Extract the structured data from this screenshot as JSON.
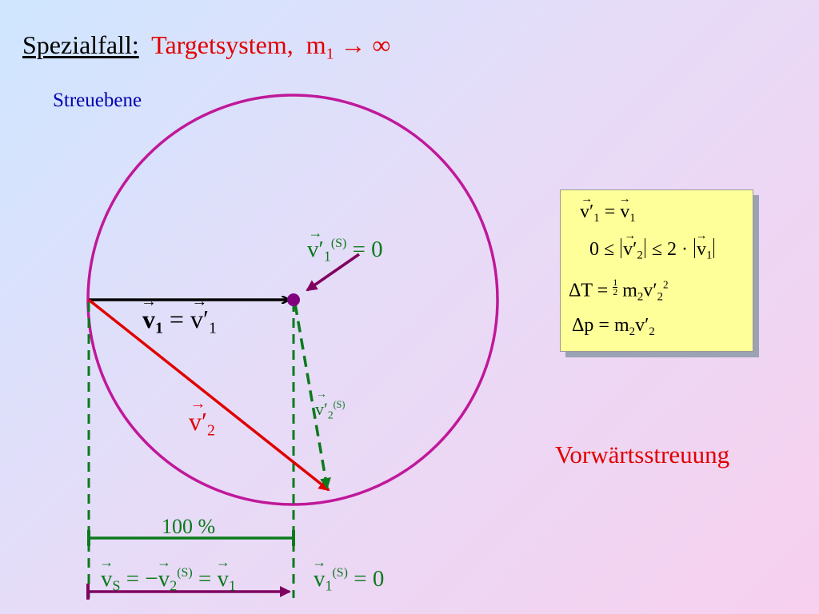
{
  "title": {
    "lead": "Spezialfall:",
    "topic": "Targetsystem,",
    "m": "m",
    "m_sub": "1",
    "arrow": "→",
    "infinity": "∞"
  },
  "label_streuebene": "Streuebene",
  "label_vorwaerts": "Vorwärtsstreuung",
  "label_percent": "100 %",
  "eq_v1": {
    "lhs_v": "v",
    "lhs_sub": "1",
    "eq": "=",
    "rhs_v": "v′",
    "rhs_sub": "1"
  },
  "eq_v1p_s": {
    "v": "v′",
    "sub": "1",
    "sup": "(S)",
    "eq": "= 0"
  },
  "eq_v2p_s": {
    "v": "v′",
    "sub": "2",
    "sup": "(S)"
  },
  "eq_v2p": {
    "v": "v′",
    "sub": "2"
  },
  "eq_vs": {
    "v": "v",
    "sub": "S",
    "eq1": "= −",
    "v2": "v",
    "sub2": "2",
    "sup2": "(S)",
    "eq2": "=",
    "v3": "v",
    "sub3": "1"
  },
  "eq_v1s_bottom": {
    "v": "v",
    "sub": "1",
    "sup": "(S)",
    "eq": "= 0"
  },
  "infobox": {
    "r1": {
      "a": "v′",
      "a_sub": "1",
      "eq": "=",
      "b": "v",
      "b_sub": "1"
    },
    "r2": {
      "pre": "0 ≤",
      "a": "v′",
      "a_sub": "2",
      "mid": "≤ 2 ·",
      "b": "v",
      "b_sub": "1"
    },
    "r3": {
      "dt": "ΔT =",
      "num": "1",
      "den": "2",
      "m": "m",
      "m_sub": "2",
      "v": "v′",
      "v_sub": "2",
      "sup": "2"
    },
    "r4": {
      "dp": "Δp = m",
      "m_sub": "2",
      "v": "v′",
      "v_sub": "2"
    }
  },
  "colors": {
    "circle": "#c0189a",
    "v1_arrow": "#000000",
    "v2_arrow": "#e00000",
    "green": "#0b7a1c",
    "purple": "#800060",
    "point": "#800080",
    "title_red": "#e00000",
    "blue": "#0000b0"
  }
}
